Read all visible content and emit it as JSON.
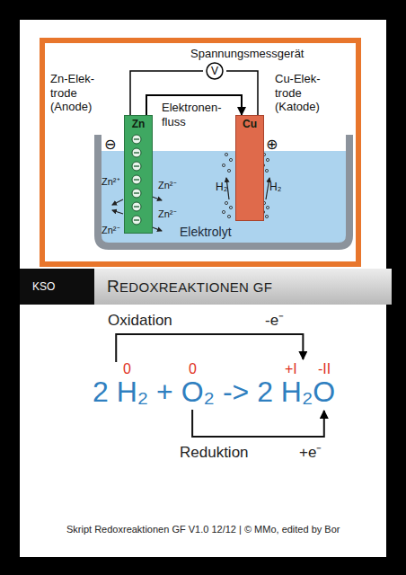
{
  "diagram": {
    "nodes": [
      {
        "text": [
          "V"
        ]
      },
      {
        "text": [
          "Zn"
        ]
      },
      {
        "text": [
          "Cu"
        ]
      },
      {
        "text": [
          "Elektrolyt"
        ]
      },
      {
        "text": [
          "KSO"
        ]
      },
      {
        "text": [
          "REDOXREAKTIONEN GF"
        ]
      }
    ],
    "edges": [
      {
        "from": 1,
        "to": 0,
        "arrow": "none"
      },
      {
        "from": 0,
        "to": 2,
        "arrow": "none"
      },
      {
        "from": 1,
        "to": 2,
        "arrow": "to",
        "label": "Elektronen- fluss"
      }
    ],
    "labels": [
      "Spannungsmessgerät",
      "Zn-Elek- trode (Anode)",
      "Cu-Elek- trode (Katode)",
      "⊖",
      "⊕",
      "Zn²⁺",
      "Zn²⁻",
      "Zn²⁻",
      "Zn²⁻",
      "H₂",
      "H₂",
      "Oxidation",
      "-e⁻",
      "0",
      "0",
      "+I",
      "-II",
      "2 H₂ + O₂ -> 2 H₂O",
      "Reduktion",
      "+e⁻",
      "Skript Redoxreaktionen GF V1.0 12/12 | © MMo, edited by Bor"
    ]
  }
}
